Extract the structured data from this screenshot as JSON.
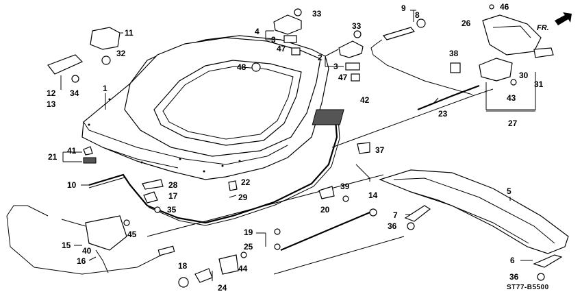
{
  "diagram": {
    "code": "ST77-B5500",
    "direction_label": "FR.",
    "callouts": [
      {
        "id": "c1",
        "text": "1"
      },
      {
        "id": "c2",
        "text": "2"
      },
      {
        "id": "c3a",
        "text": "3"
      },
      {
        "id": "c3b",
        "text": "3"
      },
      {
        "id": "c4",
        "text": "4"
      },
      {
        "id": "c5",
        "text": "5"
      },
      {
        "id": "c6",
        "text": "6"
      },
      {
        "id": "c7",
        "text": "7"
      },
      {
        "id": "c8",
        "text": "8"
      },
      {
        "id": "c9",
        "text": "9"
      },
      {
        "id": "c10",
        "text": "10"
      },
      {
        "id": "c11",
        "text": "11"
      },
      {
        "id": "c12",
        "text": "12"
      },
      {
        "id": "c13",
        "text": "13"
      },
      {
        "id": "c14",
        "text": "14"
      },
      {
        "id": "c15",
        "text": "15"
      },
      {
        "id": "c16",
        "text": "16"
      },
      {
        "id": "c17",
        "text": "17"
      },
      {
        "id": "c18",
        "text": "18"
      },
      {
        "id": "c19",
        "text": "19"
      },
      {
        "id": "c20",
        "text": "20"
      },
      {
        "id": "c21",
        "text": "21"
      },
      {
        "id": "c22",
        "text": "22"
      },
      {
        "id": "c23",
        "text": "23"
      },
      {
        "id": "c24",
        "text": "24"
      },
      {
        "id": "c25",
        "text": "25"
      },
      {
        "id": "c26",
        "text": "26"
      },
      {
        "id": "c27",
        "text": "27"
      },
      {
        "id": "c28",
        "text": "28"
      },
      {
        "id": "c29",
        "text": "29"
      },
      {
        "id": "c30",
        "text": "30"
      },
      {
        "id": "c31",
        "text": "31"
      },
      {
        "id": "c32",
        "text": "32"
      },
      {
        "id": "c33a",
        "text": "33"
      },
      {
        "id": "c33b",
        "text": "33"
      },
      {
        "id": "c34",
        "text": "34"
      },
      {
        "id": "c35",
        "text": "35"
      },
      {
        "id": "c36a",
        "text": "36"
      },
      {
        "id": "c36b",
        "text": "36"
      },
      {
        "id": "c37",
        "text": "37"
      },
      {
        "id": "c38",
        "text": "38"
      },
      {
        "id": "c39",
        "text": "39"
      },
      {
        "id": "c40",
        "text": "40"
      },
      {
        "id": "c41",
        "text": "41"
      },
      {
        "id": "c42",
        "text": "42"
      },
      {
        "id": "c43",
        "text": "43"
      },
      {
        "id": "c44",
        "text": "44"
      },
      {
        "id": "c45",
        "text": "45"
      },
      {
        "id": "c46",
        "text": "46"
      },
      {
        "id": "c47a",
        "text": "47"
      },
      {
        "id": "c47b",
        "text": "47"
      },
      {
        "id": "c48",
        "text": "48"
      }
    ]
  }
}
